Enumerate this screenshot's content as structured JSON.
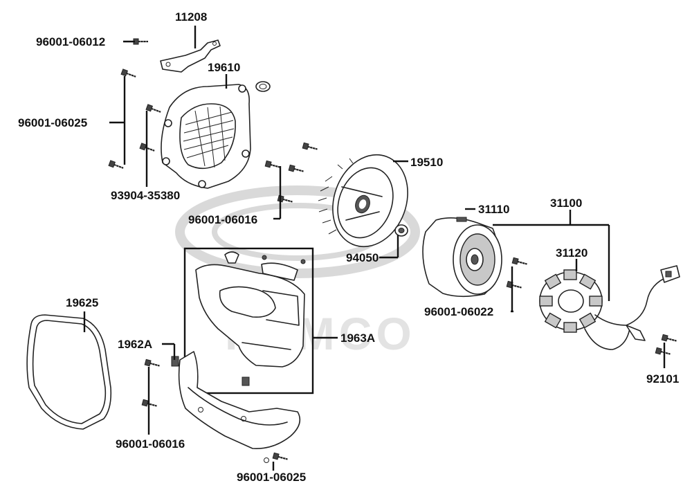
{
  "watermark": {
    "text": "KYMCO"
  },
  "labels": {
    "p11208": "11208",
    "p96001_06012": "96001-06012",
    "p19610": "19610",
    "p96001_06025_top": "96001-06025",
    "p93904_35380": "93904-35380",
    "p19510": "19510",
    "p96001_06016_mid": "96001-06016",
    "p31110": "31110",
    "p31100": "31100",
    "p31120": "31120",
    "p94050": "94050",
    "p96001_06022": "96001-06022",
    "p19625": "19625",
    "p1962A": "1962A",
    "p1963A": "1963A",
    "p92101": "92101",
    "p96001_06016_low": "96001-06016",
    "p96001_06025_low": "96001-06025"
  }
}
